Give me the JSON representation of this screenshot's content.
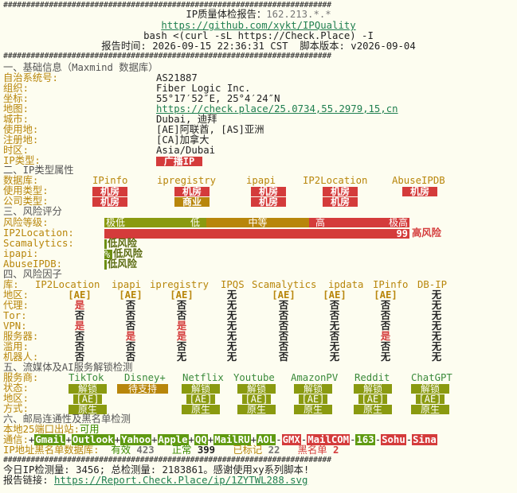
{
  "rule": "########################################################################",
  "header": {
    "title_label": "IP质量体检报告：",
    "title_ip": "162.213.*.*",
    "url": "https://github.com/xykt/IPQuality",
    "command": "bash <(curl -sL https://Check.Place) -I",
    "time_line": "报告时间: 2026-09-15 22:36:31 CST  脚本版本: v2026-09-04"
  },
  "basic": {
    "title": "一、基础信息（Maxmind 数据库）",
    "rows": [
      {
        "k": "自治系统号:",
        "v": "AS21887"
      },
      {
        "k": "组织:",
        "v": "Fiber Logic Inc."
      },
      {
        "k": "坐标:",
        "v": "55°17′52″E, 25°4′24″N"
      },
      {
        "k": "地图:",
        "v": "https://check.place/25.0734,55.2979,15,cn"
      },
      {
        "k": "城市:",
        "v": "Dubai, 迪拜"
      },
      {
        "k": "使用地:",
        "v": "[AE]阿联酋, [AS]亚洲"
      },
      {
        "k": "注册地:",
        "v": "[CA]加拿大"
      },
      {
        "k": "时区:",
        "v": "Asia/Dubai"
      },
      {
        "k": "IP类型:",
        "v": "广播IP"
      }
    ]
  },
  "type": {
    "title": "二、IP类型属性",
    "db_label": "数据库:",
    "dbs": [
      "IPinfo",
      "ipregistry",
      "ipapi",
      "IP2Location",
      "AbuseIPDB"
    ],
    "use_label": "使用类型:",
    "use": [
      "机房",
      "机房",
      "机房",
      "机房",
      "机房"
    ],
    "company_label": "公司类型:",
    "company": [
      "机房",
      "商业",
      "机房",
      "机房"
    ]
  },
  "risk": {
    "title": "三、风险评分",
    "level_label": "风险等级:",
    "scale": {
      "very_low": "极低",
      "low": "低",
      "mid": "中等",
      "high": "高",
      "very_high": "极高"
    },
    "rows": [
      {
        "k": "IP2Location:",
        "score": "99",
        "text": "高风险"
      },
      {
        "k": "Scamalytics:",
        "score": "",
        "text": "低风险"
      },
      {
        "k": "ipapi:",
        "score": "%",
        "text": "低风险"
      },
      {
        "k": "AbuseIPDB:",
        "score": "",
        "text": "低风险"
      }
    ]
  },
  "factors": {
    "title": "四、风险因子",
    "lib_label": "库:",
    "cols": [
      "IP2Location",
      "ipapi",
      "ipregistry",
      "IPQS",
      "Scamalytics",
      "ipdata",
      "IPinfo",
      "DB-IP"
    ],
    "rows": [
      {
        "k": "地区:",
        "cells": [
          "[AE]",
          "[AE]",
          "[AE]",
          "无",
          "[AE]",
          "[AE]",
          "[AE]",
          "无"
        ]
      },
      {
        "k": "代理:",
        "cells": [
          "是",
          "否",
          "否",
          "无",
          "否",
          "否",
          "否",
          "无"
        ]
      },
      {
        "k": "Tor:",
        "cells": [
          "否",
          "否",
          "否",
          "无",
          "否",
          "否",
          "否",
          "无"
        ]
      },
      {
        "k": "VPN:",
        "cells": [
          "是",
          "否",
          "是",
          "无",
          "否",
          "无",
          "否",
          "无"
        ]
      },
      {
        "k": "服务器:",
        "cells": [
          "否",
          "是",
          "是",
          "无",
          "否",
          "否",
          "是",
          "无"
        ]
      },
      {
        "k": "滥用:",
        "cells": [
          "否",
          "否",
          "否",
          "无",
          "否",
          "无",
          "否",
          "无"
        ]
      },
      {
        "k": "机器人:",
        "cells": [
          "否",
          "否",
          "无",
          "无",
          "否",
          "无",
          "无",
          "无"
        ]
      }
    ]
  },
  "media": {
    "title": "五、流媒体及AI服务解锁检测",
    "svc_label": "服务商:",
    "svcs": [
      "TikTok",
      "Disney+",
      "Netflix",
      "Youtube",
      "AmazonPV",
      "Reddit",
      "ChatGPT"
    ],
    "status_label": "状态:",
    "status": [
      "解锁",
      "待支持",
      "解锁",
      "解锁",
      "解锁",
      "解锁",
      "解锁"
    ],
    "region_label": "地区:",
    "region": [
      "[AE]",
      "",
      "[AE]",
      "[AE]",
      "[AE]",
      "[AE]",
      "[AE]"
    ],
    "mode_label": "方式:",
    "mode": [
      "原生",
      "",
      "原生",
      "原生",
      "原生",
      "原生",
      "原生"
    ]
  },
  "mail": {
    "title": "六、邮局连通性及黑名单检测",
    "port_label": "本地25端口出站:",
    "port_value": "可用",
    "conn_label": "通信:",
    "ok": [
      "Gmail",
      "Outlook",
      "Yahoo",
      "Apple",
      "QQ",
      "MailRU",
      "AOL"
    ],
    "bad": [
      "GMX",
      "MailCOM",
      "163",
      "Sohu",
      "Sina"
    ],
    "bl_label": "IP地址黑名单数据库:",
    "valid_label": "有效",
    "valid": "423",
    "normal_label": "正常",
    "normal": "399",
    "marked_label": "已标记",
    "marked": "22",
    "black_label": "黑名单",
    "black": "2"
  },
  "footer": {
    "count_line": "今日IP检测量: 3456; 总检测量: 2183861。感谢使用xy系列脚本!",
    "link_label": "报告链接:",
    "link": "https://Report.Check.Place/ip/1ZYTWL288.svg"
  }
}
